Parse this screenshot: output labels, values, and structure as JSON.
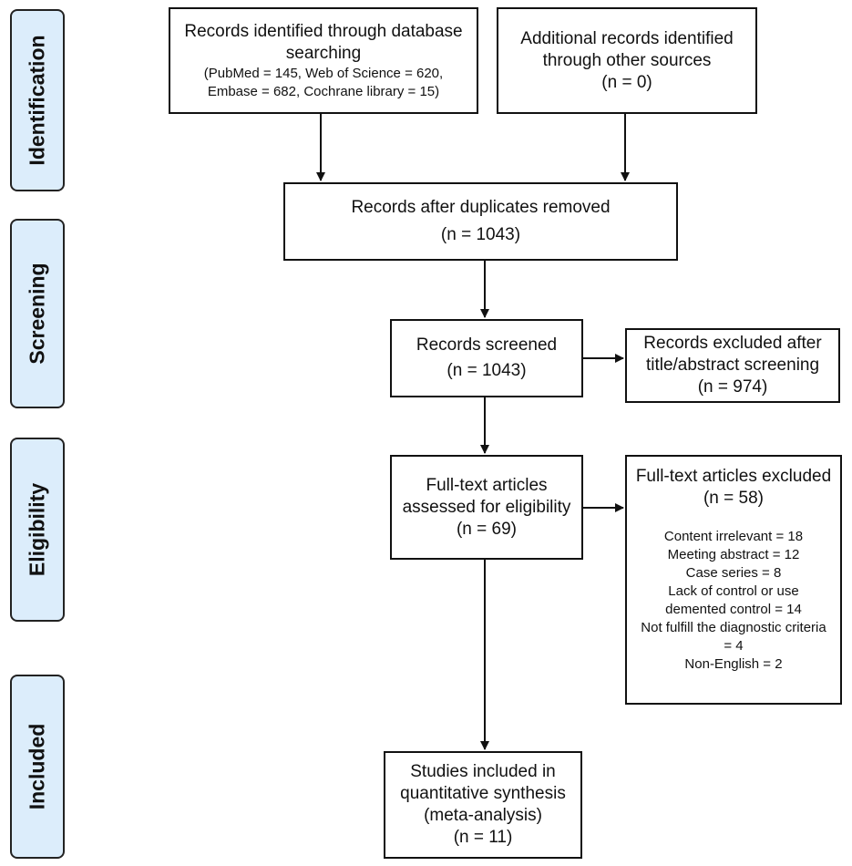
{
  "phases": {
    "identification": "Identification",
    "screening": "Screening",
    "eligibility": "Eligibility",
    "included": "Included"
  },
  "boxes": {
    "database_search": {
      "line1": "Records identified through database",
      "line2": "searching",
      "line3": "(PubMed = 145, Web of Science = 620,",
      "line4": "Embase = 682, Cochrane library = 15)"
    },
    "other_sources": {
      "line1": "Additional records identified",
      "line2": "through other sources",
      "count": "(n = 0)"
    },
    "duplicates_removed": {
      "line1": "Records after duplicates removed",
      "count": "(n = 1043)"
    },
    "screened": {
      "line1": "Records screened",
      "count": "(n = 1043)"
    },
    "excluded_screening": {
      "line1": "Records excluded after",
      "line2": "title/abstract screening",
      "count": "(n = 974)"
    },
    "fulltext_assessed": {
      "line1": "Full-text articles",
      "line2": "assessed for eligibility",
      "count": "(n = 69)"
    },
    "fulltext_excluded": {
      "line1": "Full-text articles excluded",
      "count": "(n = 58)",
      "reasons": [
        "Content irrelevant = 18",
        "Meeting abstract = 12",
        "Case series = 8",
        "Lack of control or use",
        "demented control = 14",
        "Not fulfill the diagnostic criteria",
        "= 4",
        "Non-English = 2"
      ]
    },
    "included": {
      "line1": "Studies included in",
      "line2": "quantitative synthesis",
      "line3": "(meta-analysis)",
      "count": "(n = 11)"
    }
  }
}
